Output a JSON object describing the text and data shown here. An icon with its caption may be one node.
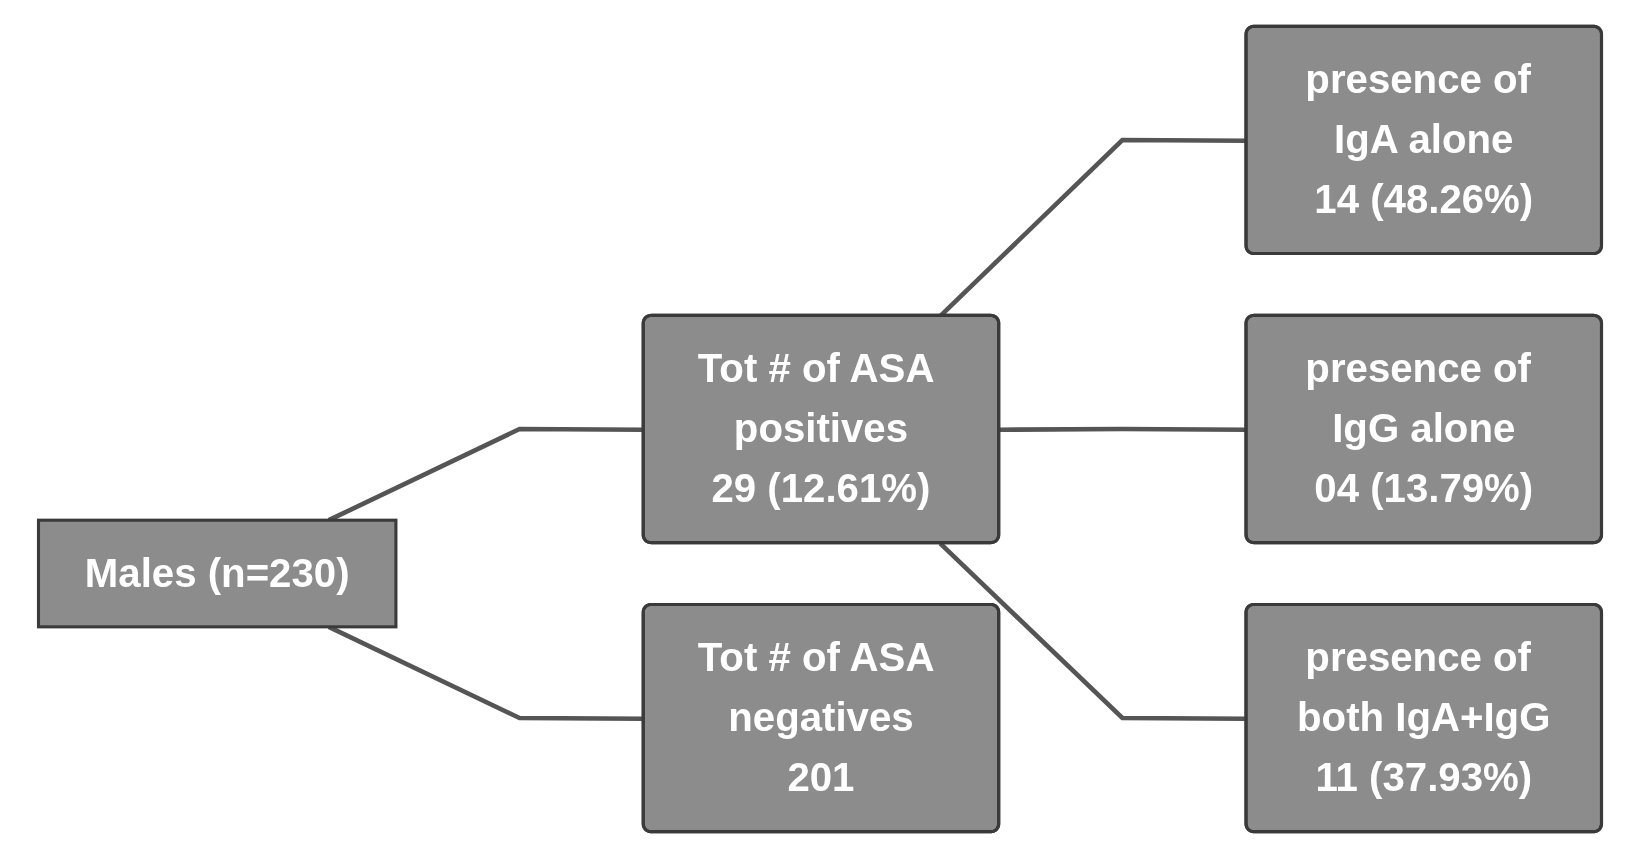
{
  "diagram": {
    "nodes": [
      {
        "text": [
          "Males (n=230)"
        ]
      },
      {
        "text": [
          "Tot # of ASA positives",
          "29 (12.61%)"
        ]
      },
      {
        "text": [
          "Tot # of ASA negatives",
          "201"
        ]
      },
      {
        "text": [
          "presence of IgA alone",
          "14 (48.26%)"
        ]
      },
      {
        "text": [
          "presence of IgG alone",
          "04 (13.79%)"
        ]
      },
      {
        "text": [
          "presence of both IgA+IgG",
          "11 (37.93%)"
        ]
      }
    ],
    "edges": [
      {
        "from": 0,
        "to": 1,
        "arrow": "none"
      },
      {
        "from": 0,
        "to": 2,
        "arrow": "none"
      },
      {
        "from": 1,
        "to": 3,
        "arrow": "none"
      },
      {
        "from": 1,
        "to": 4,
        "arrow": "none"
      },
      {
        "from": 1,
        "to": 5,
        "arrow": "none"
      }
    ]
  }
}
